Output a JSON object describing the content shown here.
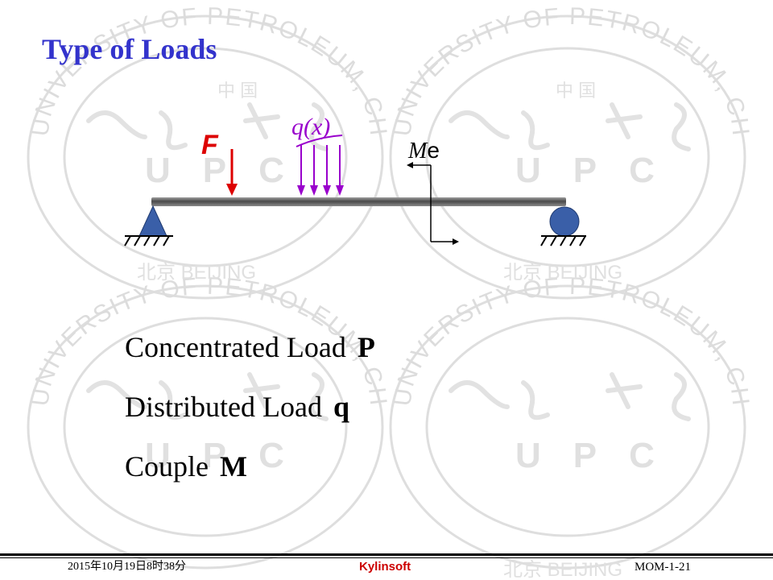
{
  "title": "Type of Loads",
  "diagram": {
    "force_label": "F",
    "distributed_label": "q(x)",
    "moment_label_italic": "M",
    "moment_label_sub": "e"
  },
  "loads": [
    {
      "name": "Concentrated Load",
      "symbol": "P"
    },
    {
      "name": "Distributed Load",
      "symbol": "q"
    },
    {
      "name": "Couple",
      "symbol": "M"
    }
  ],
  "footer": {
    "date": "2015年10月19日8时38分",
    "brand": "Kylinsoft",
    "code": "MOM-1-21"
  },
  "watermark": {
    "university_text": "UNIVERSITY OF PETROLEUM, CHINA",
    "upc": "UPC",
    "beijing": "北京 BEIJING",
    "china_chars": "中 国"
  },
  "colors": {
    "title": "#3333cc",
    "force": "#dd0000",
    "distributed": "#9900cc",
    "support": "#3a5fa8",
    "beam": "#666666",
    "footer_brand": "#cc0000",
    "watermark": "#d6d6d6"
  }
}
